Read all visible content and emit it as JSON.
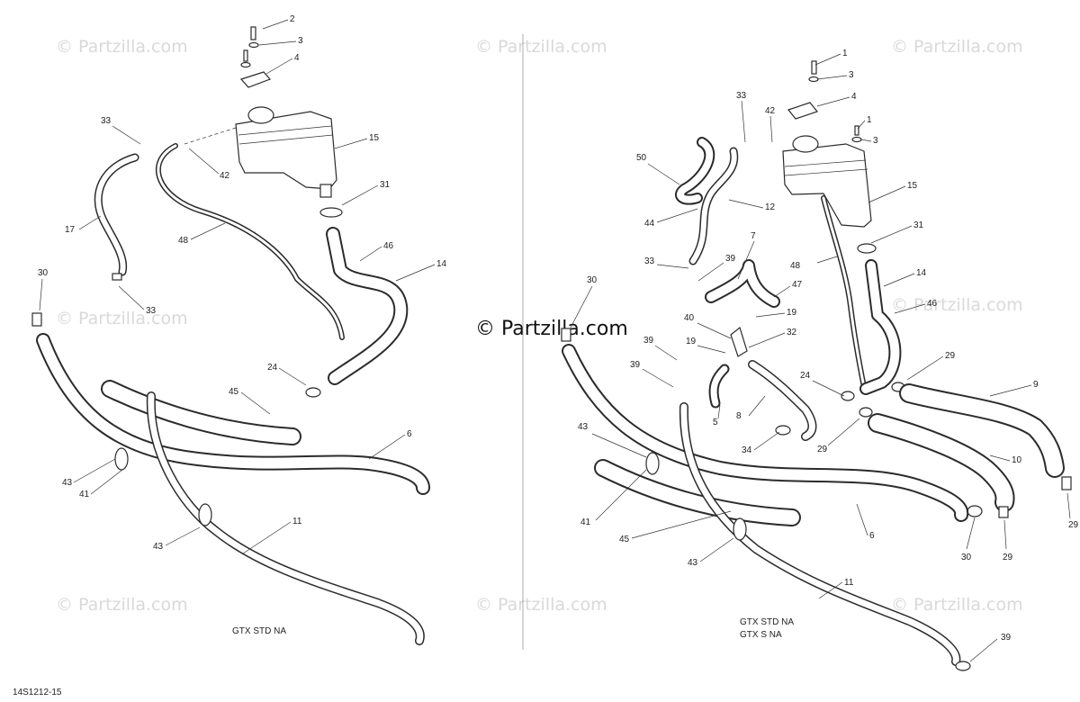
{
  "watermark": {
    "text": "© Partzilla.com",
    "center_text": "© Partzilla.com"
  },
  "captions": {
    "left_variant": "GTX STD NA",
    "right_variant_1": "GTX STD NA",
    "right_variant_2": "GTX S NA",
    "drawing_code": "14S1212-15"
  },
  "left_callouts": [
    "2",
    "3",
    "4",
    "15",
    "33",
    "42",
    "31",
    "17",
    "48",
    "46",
    "14",
    "30",
    "33",
    "24",
    "45",
    "6",
    "43",
    "41",
    "43",
    "11"
  ],
  "right_callouts": [
    "1",
    "3",
    "4",
    "33",
    "42",
    "1",
    "3",
    "50",
    "15",
    "12",
    "44",
    "31",
    "7",
    "33",
    "39",
    "48",
    "14",
    "47",
    "30",
    "19",
    "46",
    "40",
    "32",
    "19",
    "39",
    "24",
    "29",
    "39",
    "9",
    "5",
    "8",
    "34",
    "29",
    "10",
    "43",
    "41",
    "6",
    "45",
    "30",
    "29",
    "29",
    "43",
    "11",
    "39"
  ]
}
